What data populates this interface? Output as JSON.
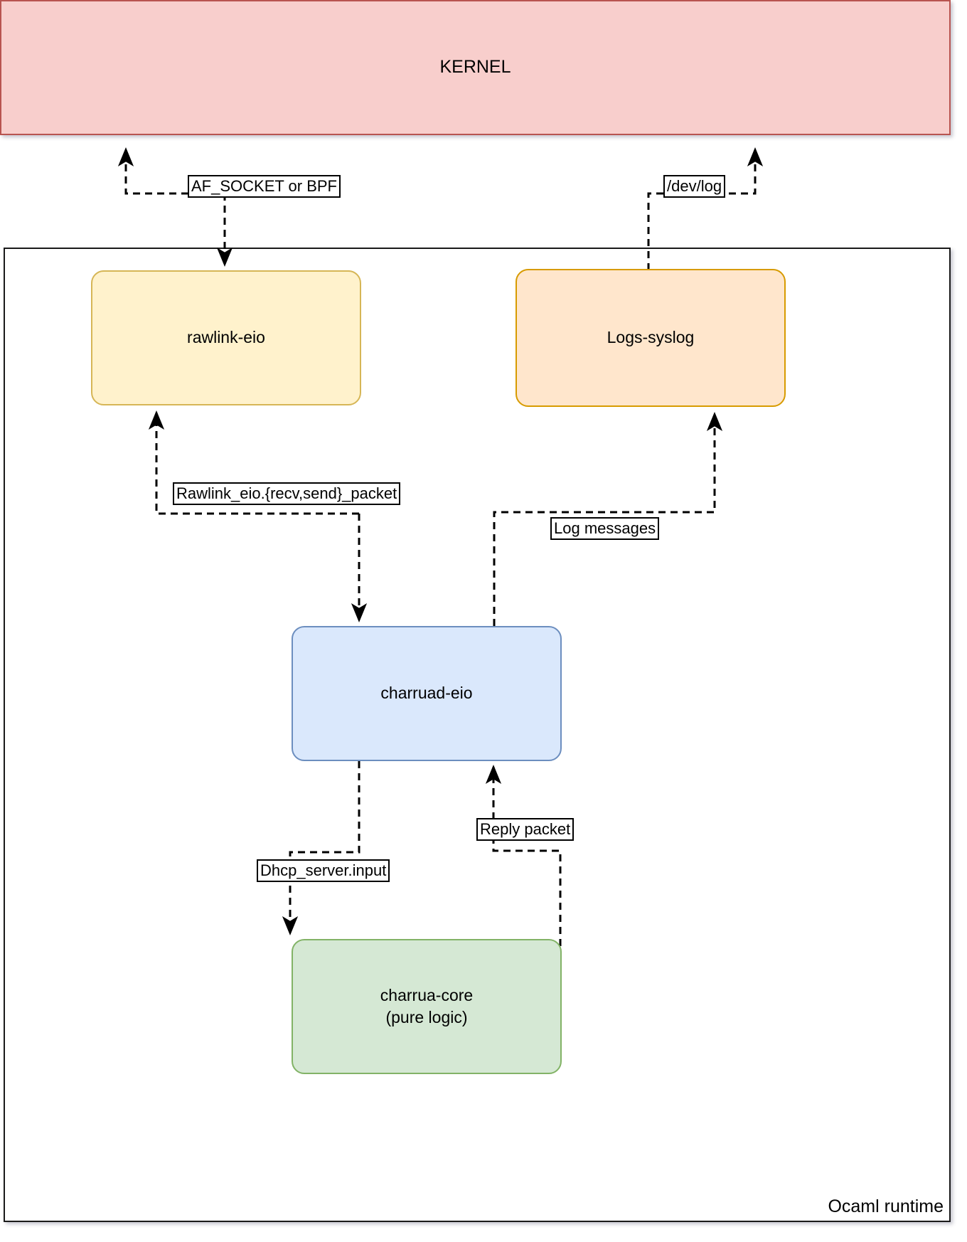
{
  "diagram": {
    "title": "charrua DHCP server architecture",
    "type": "block-diagram",
    "nodes": [
      {
        "id": "kernel",
        "label": "KERNEL",
        "shape": "rectangle",
        "fill": "#f8cecc",
        "stroke": "#b85450"
      },
      {
        "id": "runtime",
        "label": "Ocaml runtime",
        "shape": "rectangle",
        "fill": "#ffffff",
        "stroke": "#1a1a1a"
      },
      {
        "id": "rawlink-eio",
        "label": "rawlink-eio",
        "shape": "rounded-rectangle",
        "fill": "#fff2cc",
        "stroke": "#d6b656"
      },
      {
        "id": "logs-syslog",
        "label": "Logs-syslog",
        "shape": "rounded-rectangle",
        "fill": "#ffe6cc",
        "stroke": "#d79b00"
      },
      {
        "id": "charruad-eio",
        "label": "charruad-eio",
        "shape": "rounded-rectangle",
        "fill": "#dae8fc",
        "stroke": "#6c8ebf"
      },
      {
        "id": "charrua-core",
        "label": "charrua-core\n(pure logic)",
        "shape": "rounded-rectangle",
        "fill": "#d5e8d4",
        "stroke": "#82b366"
      }
    ],
    "edges": [
      {
        "id": "edge-af-socket",
        "label": "AF_SOCKET or BPF",
        "from": "rawlink-eio",
        "to": "kernel",
        "style": "dashed",
        "bidirectional": true
      },
      {
        "id": "edge-dev-log",
        "label": "/dev/log",
        "from": "logs-syslog",
        "to": "kernel",
        "style": "dashed",
        "bidirectional": false
      },
      {
        "id": "edge-rawlink-packet",
        "label": "Rawlink_eio.{recv,send}_packet",
        "from": "charruad-eio",
        "to": "rawlink-eio",
        "style": "dashed",
        "bidirectional": true
      },
      {
        "id": "edge-log-messages",
        "label": "Log messages",
        "from": "charruad-eio",
        "to": "logs-syslog",
        "style": "dashed",
        "bidirectional": false
      },
      {
        "id": "edge-dhcp-input",
        "label": "Dhcp_server.input",
        "from": "charruad-eio",
        "to": "charrua-core",
        "style": "dashed",
        "bidirectional": false
      },
      {
        "id": "edge-reply-packet",
        "label": "Reply packet",
        "from": "charrua-core",
        "to": "charruad-eio",
        "style": "dashed",
        "bidirectional": false
      }
    ]
  },
  "labels": {
    "kernel": "KERNEL",
    "runtime": "Ocaml runtime",
    "rawlink_eio": "rawlink-eio",
    "logs_syslog": "Logs-syslog",
    "charruad_eio": "charruad-eio",
    "charrua_core": "charrua-core\n(pure logic)",
    "af_socket": "AF_SOCKET or BPF",
    "dev_log": "/dev/log",
    "rawlink_packet": "Rawlink_eio.{recv,send}_packet",
    "log_messages": "Log messages",
    "dhcp_server_input": "Dhcp_server.input",
    "reply_packet": "Reply packet"
  },
  "colors": {
    "kernel_fill": "#f8cecc",
    "kernel_stroke": "#b85450",
    "rawlink_fill": "#fff2cc",
    "rawlink_stroke": "#d6b656",
    "logs_fill": "#ffe6cc",
    "logs_stroke": "#d79b00",
    "charruad_fill": "#dae8fc",
    "charruad_stroke": "#6c8ebf",
    "core_fill": "#d5e8d4",
    "core_stroke": "#82b366",
    "edge_stroke": "#000000",
    "background": "#ffffff"
  }
}
